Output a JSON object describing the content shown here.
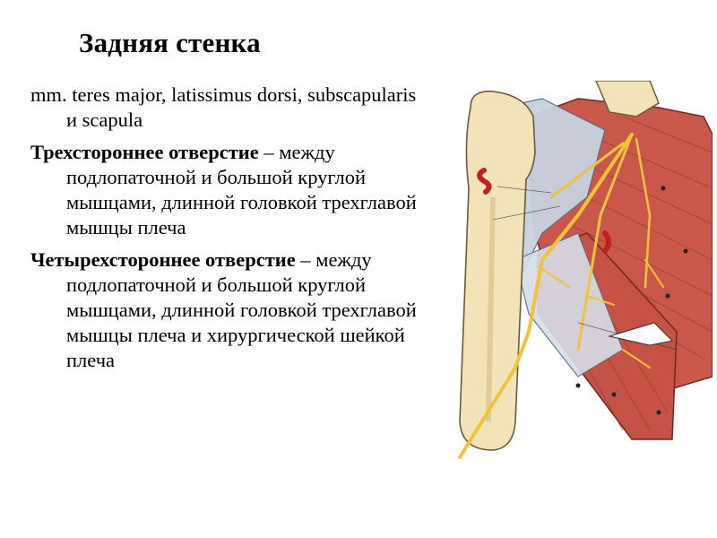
{
  "slide": {
    "title": "Задняя стенка",
    "intro": "mm. teres major, latissimus dorsi, subscapularis и scapula",
    "items": [
      {
        "term": "Трехстороннее отверстие",
        "text": " – между подлопаточной и большой круглой мышцами, длинной головкой трехглавой мышцы плеча"
      },
      {
        "term": "Четырехстороннее отверстие",
        "text": " – между подлопаточной и большой круглой мышцами, длинной головкой трехглавой мышцы плеча и хирургической шейкой плеча"
      }
    ]
  },
  "figure": {
    "icon": "shoulder-posterior-wall-anatomy-illustration",
    "colors": {
      "bone": "#f3e3b8",
      "muscle": "#c9584a",
      "tendon": "#c8d2e0",
      "nerve": "#f2c33a",
      "vessel": "#c22020"
    }
  }
}
